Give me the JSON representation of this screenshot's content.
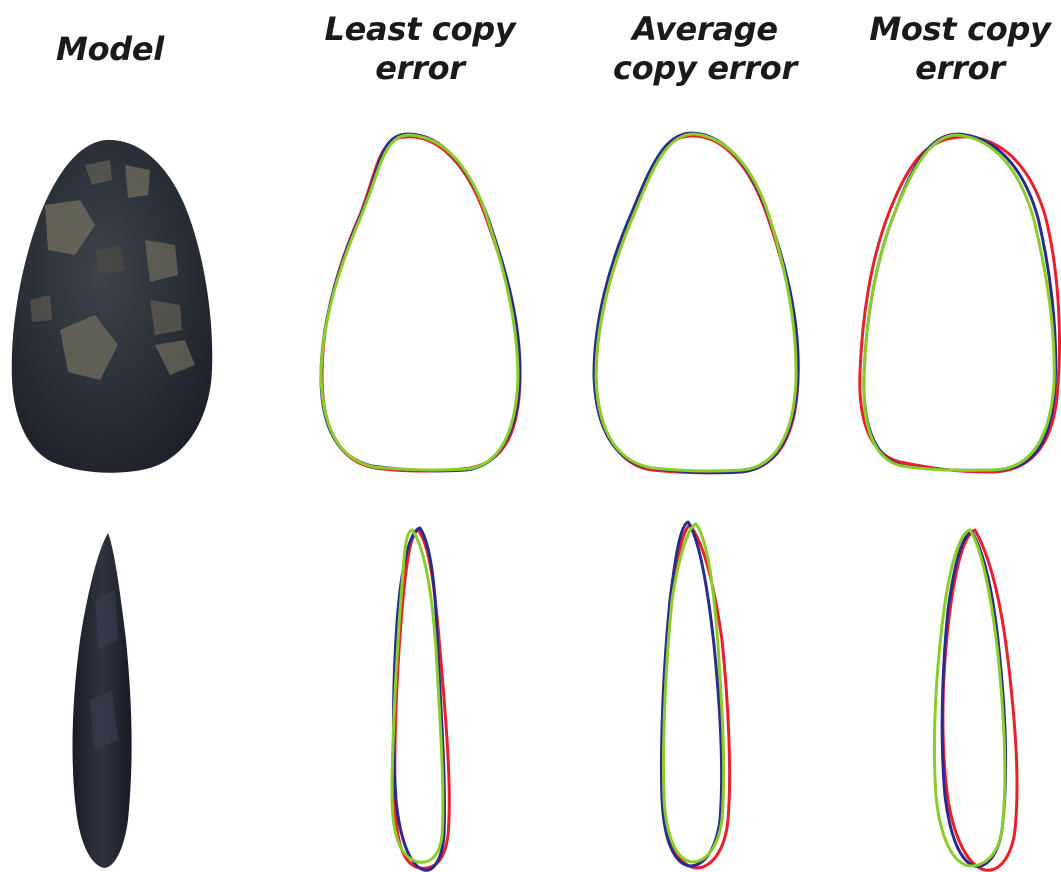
{
  "columns": [
    {
      "id": "model",
      "lines": [
        "Model"
      ]
    },
    {
      "id": "least",
      "lines": [
        "Least copy",
        "error"
      ]
    },
    {
      "id": "average",
      "lines": [
        "Average",
        "copy error"
      ]
    },
    {
      "id": "most",
      "lines": [
        "Most copy",
        "error"
      ]
    }
  ],
  "outline_colors": {
    "red": "#e8202a",
    "blue": "#2a2c8c",
    "green": "#8acc2a"
  },
  "model_colors": {
    "stone_dark": "#262b35",
    "stone_mid": "#3a3f48",
    "patch": "#6c6a5c"
  }
}
